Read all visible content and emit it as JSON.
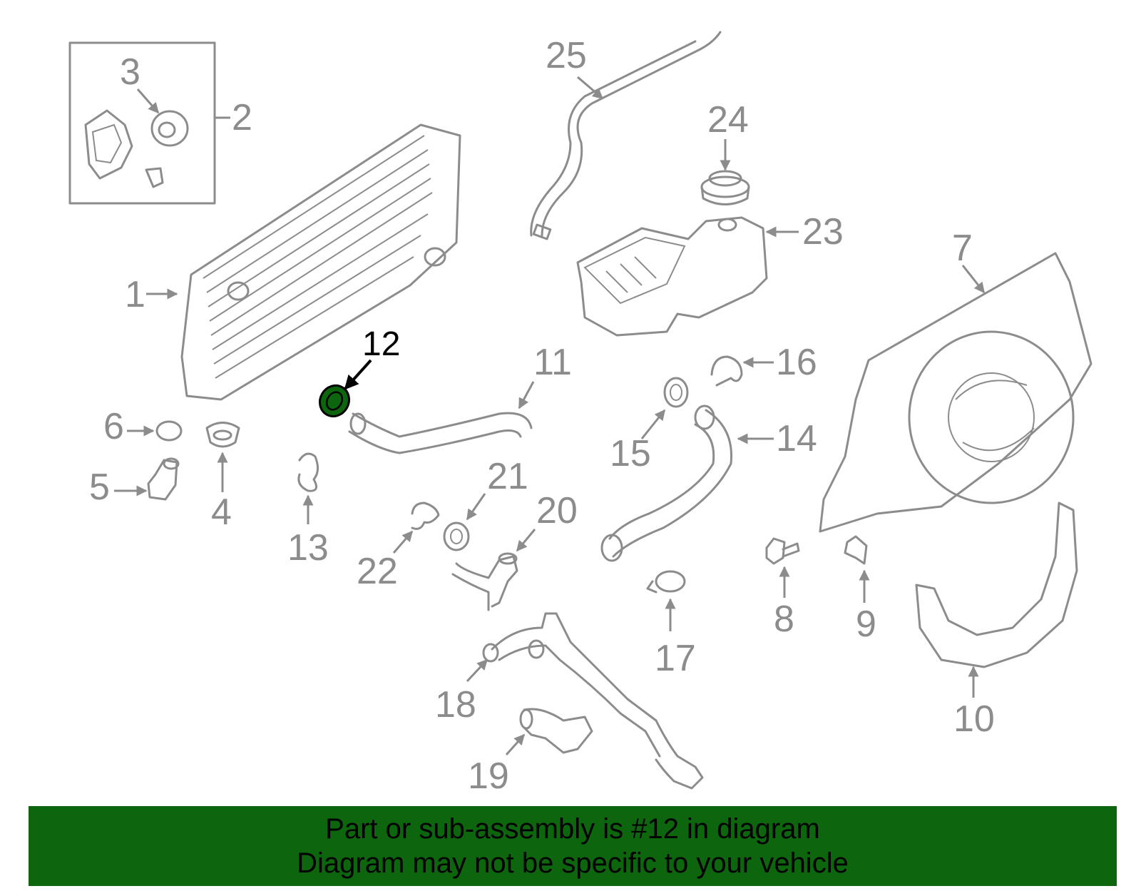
{
  "diagram": {
    "callouts": [
      "1",
      "2",
      "3",
      "4",
      "5",
      "6",
      "7",
      "8",
      "9",
      "10",
      "11",
      "12",
      "13",
      "14",
      "15",
      "16",
      "17",
      "18",
      "19",
      "20",
      "21",
      "22",
      "23",
      "24",
      "25"
    ],
    "highlighted_part": "12",
    "colors": {
      "line_art": "#8c8c8c",
      "highlight_fill": "#0d650d",
      "highlight_text": "#000000",
      "background": "#ffffff"
    }
  },
  "banner": {
    "line1": "Part or sub-assembly is #12 in diagram",
    "line2": "Diagram may not be specific to your vehicle",
    "background": "#0d650d"
  }
}
